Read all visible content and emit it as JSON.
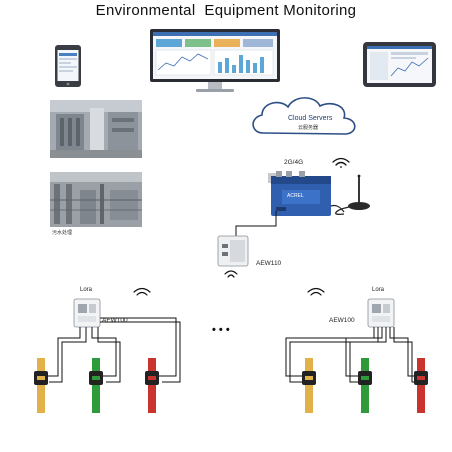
{
  "title": "Environmental  Equipment Monitoring",
  "cloud": {
    "label": "Cloud Servers",
    "sublabel": "云服务器"
  },
  "gateway": {
    "network_label": "2G/4G",
    "brand": "ACREL"
  },
  "collector": {
    "label": "AEW110"
  },
  "photos": {
    "plant_label": "污水处理"
  },
  "meters": [
    {
      "name": "AEW100",
      "radio": "Lora"
    },
    {
      "name": "AEW100",
      "radio": "Lora"
    }
  ],
  "ellipsis": "• • •",
  "colors": {
    "sensor_yellow": "#e2b24a",
    "sensor_green": "#2f9a3a",
    "sensor_red": "#c9342f",
    "clamp": "#222222",
    "wire": "#111111"
  },
  "icons": [
    "phone-icon",
    "monitor-icon",
    "tablet-icon",
    "cloud-icon",
    "wifi-icon",
    "gateway-device-icon",
    "antenna-icon",
    "meter-device-icon",
    "current-transformer-icon"
  ]
}
